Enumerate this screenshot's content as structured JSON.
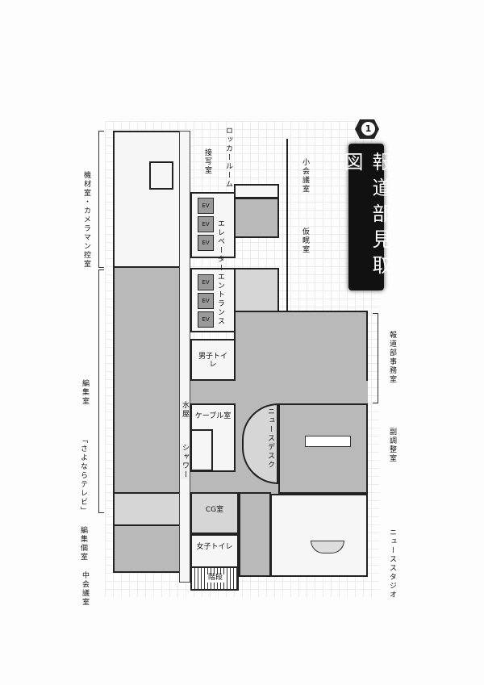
{
  "title": "報道部見取図",
  "badge_number": "1",
  "rooms": {
    "equipment": "機材室・カメラマン控室",
    "closeup": "接写室",
    "locker": "ロッカールーム",
    "small_meeting": "小会議室",
    "nap": "仮眠室",
    "elevator_entrance": "エレベーターエントランス",
    "ev": "EV",
    "office": "報道部事務室",
    "mens_toilet": "男子トイレ",
    "water": "水屋",
    "cable": "ケーブル室",
    "shower": "シャワー",
    "newsdesk": "ニュースデスク",
    "sub_control": "副調整室",
    "editing": "編集室",
    "sayonara": "「さよならテレビ」",
    "private_edit": "編集個室",
    "cg": "CG室",
    "womens_toilet": "女子トイレ",
    "stairs": "階段",
    "mid_meeting": "中会議室",
    "studio": "ニューススタジオ"
  }
}
